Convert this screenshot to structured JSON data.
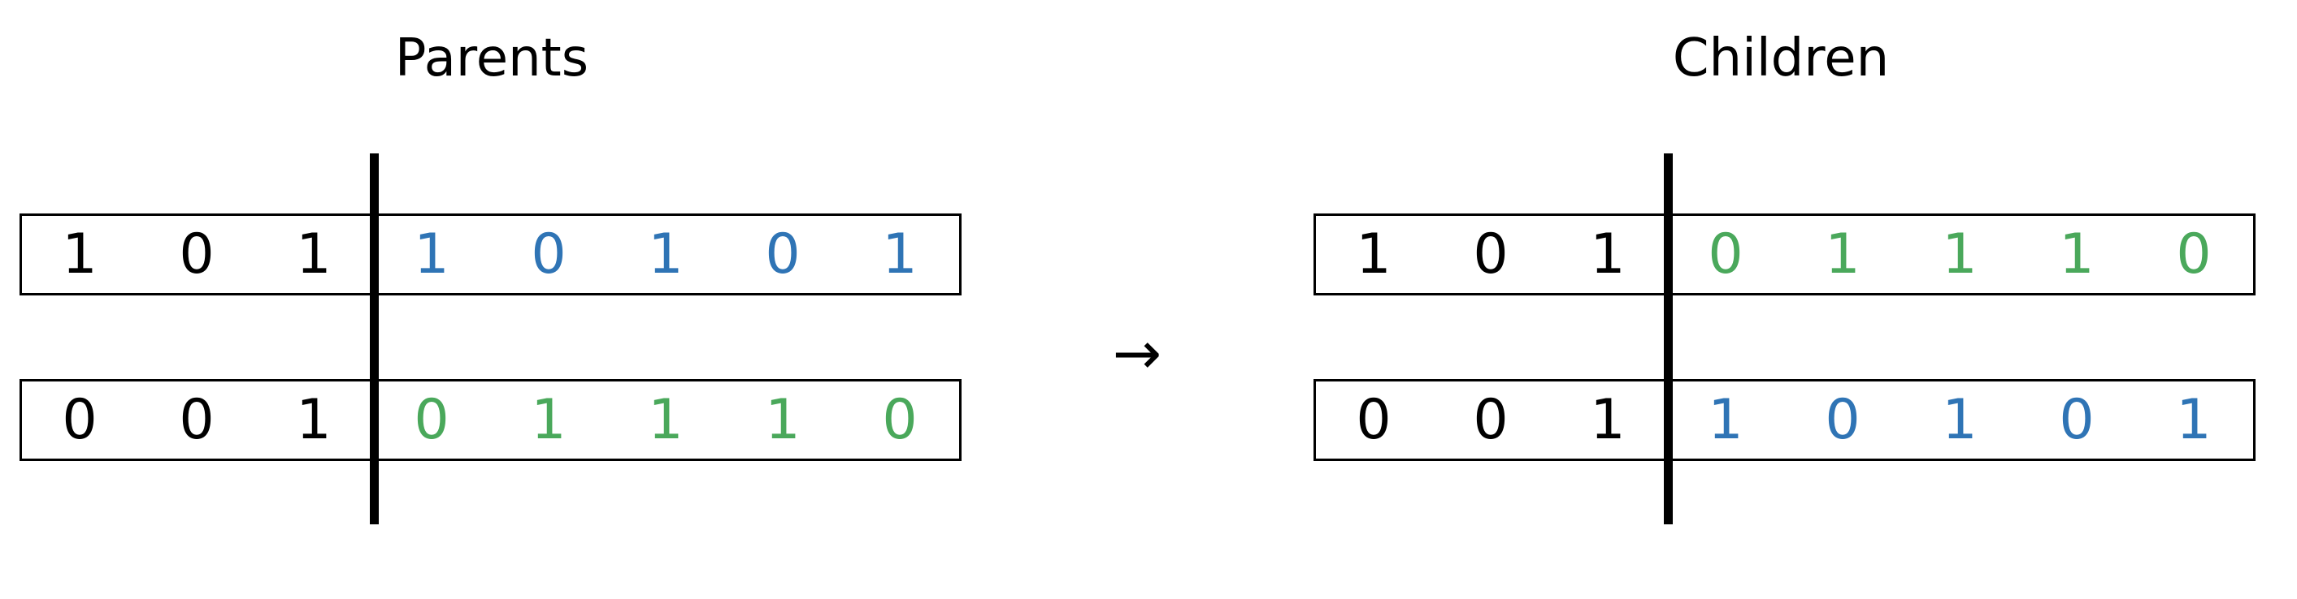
{
  "titles": {
    "parents": "Parents",
    "children": "Children"
  },
  "arrow": "→",
  "colors": {
    "prefix": "#000000",
    "blue": "#2f74b5",
    "green": "#4aa85b"
  },
  "parents": [
    {
      "genes": [
        {
          "bit": "1",
          "color": "prefix"
        },
        {
          "bit": "0",
          "color": "prefix"
        },
        {
          "bit": "1",
          "color": "prefix"
        },
        {
          "bit": "1",
          "color": "blue"
        },
        {
          "bit": "0",
          "color": "blue"
        },
        {
          "bit": "1",
          "color": "blue"
        },
        {
          "bit": "0",
          "color": "blue"
        },
        {
          "bit": "1",
          "color": "blue"
        }
      ]
    },
    {
      "genes": [
        {
          "bit": "0",
          "color": "prefix"
        },
        {
          "bit": "0",
          "color": "prefix"
        },
        {
          "bit": "1",
          "color": "prefix"
        },
        {
          "bit": "0",
          "color": "green"
        },
        {
          "bit": "1",
          "color": "green"
        },
        {
          "bit": "1",
          "color": "green"
        },
        {
          "bit": "1",
          "color": "green"
        },
        {
          "bit": "0",
          "color": "green"
        }
      ]
    }
  ],
  "children": [
    {
      "genes": [
        {
          "bit": "1",
          "color": "prefix"
        },
        {
          "bit": "0",
          "color": "prefix"
        },
        {
          "bit": "1",
          "color": "prefix"
        },
        {
          "bit": "0",
          "color": "green"
        },
        {
          "bit": "1",
          "color": "green"
        },
        {
          "bit": "1",
          "color": "green"
        },
        {
          "bit": "1",
          "color": "green"
        },
        {
          "bit": "0",
          "color": "green"
        }
      ]
    },
    {
      "genes": [
        {
          "bit": "0",
          "color": "prefix"
        },
        {
          "bit": "0",
          "color": "prefix"
        },
        {
          "bit": "1",
          "color": "prefix"
        },
        {
          "bit": "1",
          "color": "blue"
        },
        {
          "bit": "0",
          "color": "blue"
        },
        {
          "bit": "1",
          "color": "blue"
        },
        {
          "bit": "0",
          "color": "blue"
        },
        {
          "bit": "1",
          "color": "blue"
        }
      ]
    }
  ]
}
